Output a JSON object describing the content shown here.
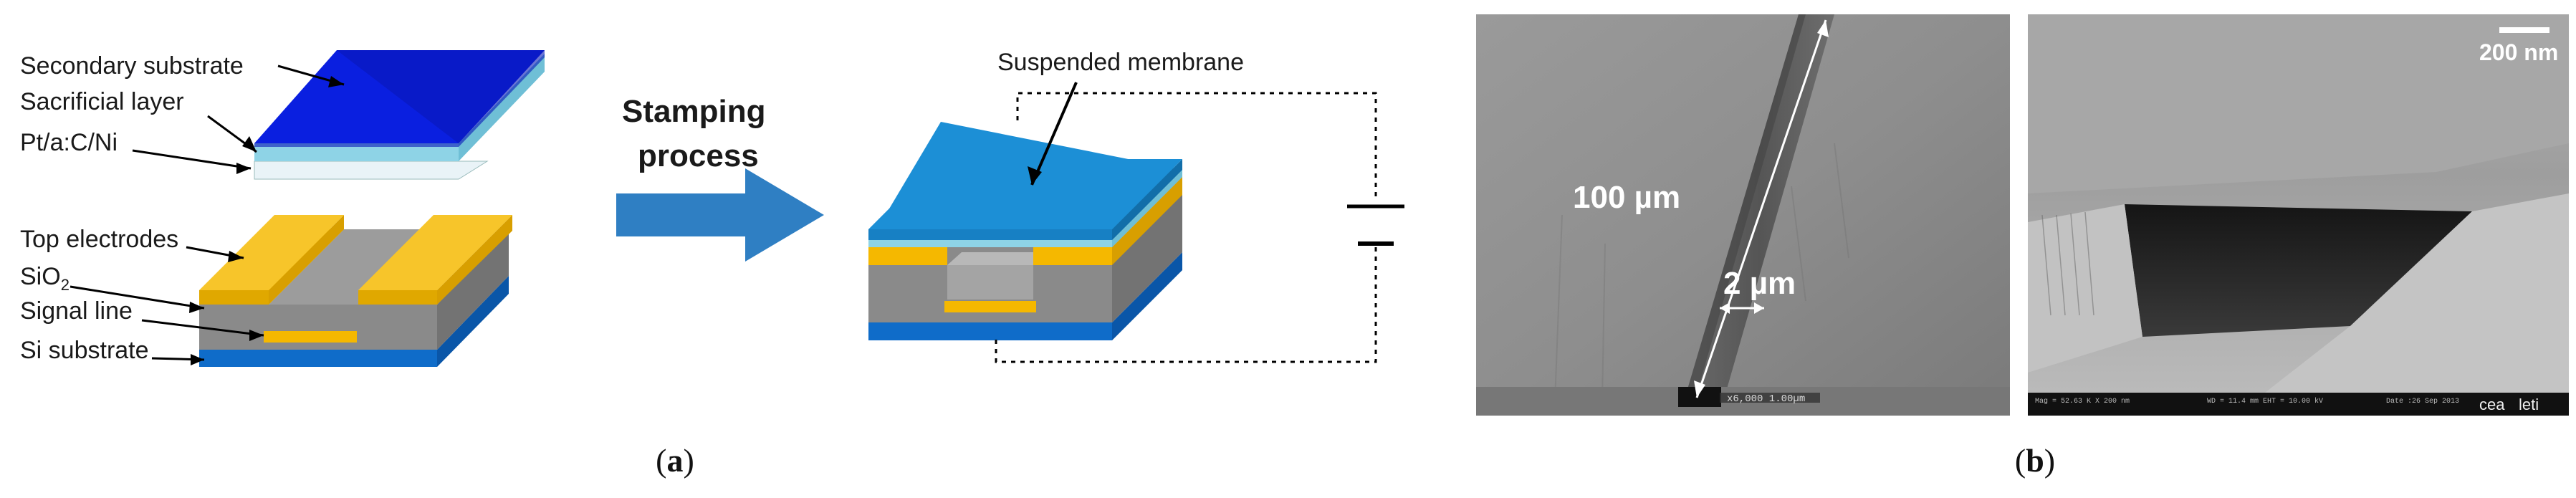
{
  "panel_a": {
    "labels": {
      "secondary_substrate": "Secondary substrate",
      "sacrificial_layer": "Sacrificial layer",
      "pt_ac_ni": "Pt/a:C/Ni",
      "top_electrodes": "Top electrodes",
      "sio2_base": "SiO",
      "sio2_sub": "2",
      "signal_line": "Signal line",
      "si_substrate": "Si substrate",
      "suspended_membrane": "Suspended membrane"
    },
    "process_line1": "Stamping",
    "process_line2": "process",
    "caption_open": "(",
    "caption_letter": "a",
    "caption_close": ")"
  },
  "panel_b": {
    "length_label": "100 µm",
    "gap_label": "2 µm",
    "scale_bar_label": "200 nm",
    "caption_open": "(",
    "caption_letter": "b",
    "caption_close": ")"
  },
  "colors": {
    "gold": "#f5b800",
    "gray": "#8a8a8a",
    "blue_substrate": "#0f6cc9",
    "membrane": "#1c8fd6",
    "secondary": "#0a1fe0",
    "sacrificial": "#8ed3e6",
    "arrow": "#2f7fc3"
  }
}
